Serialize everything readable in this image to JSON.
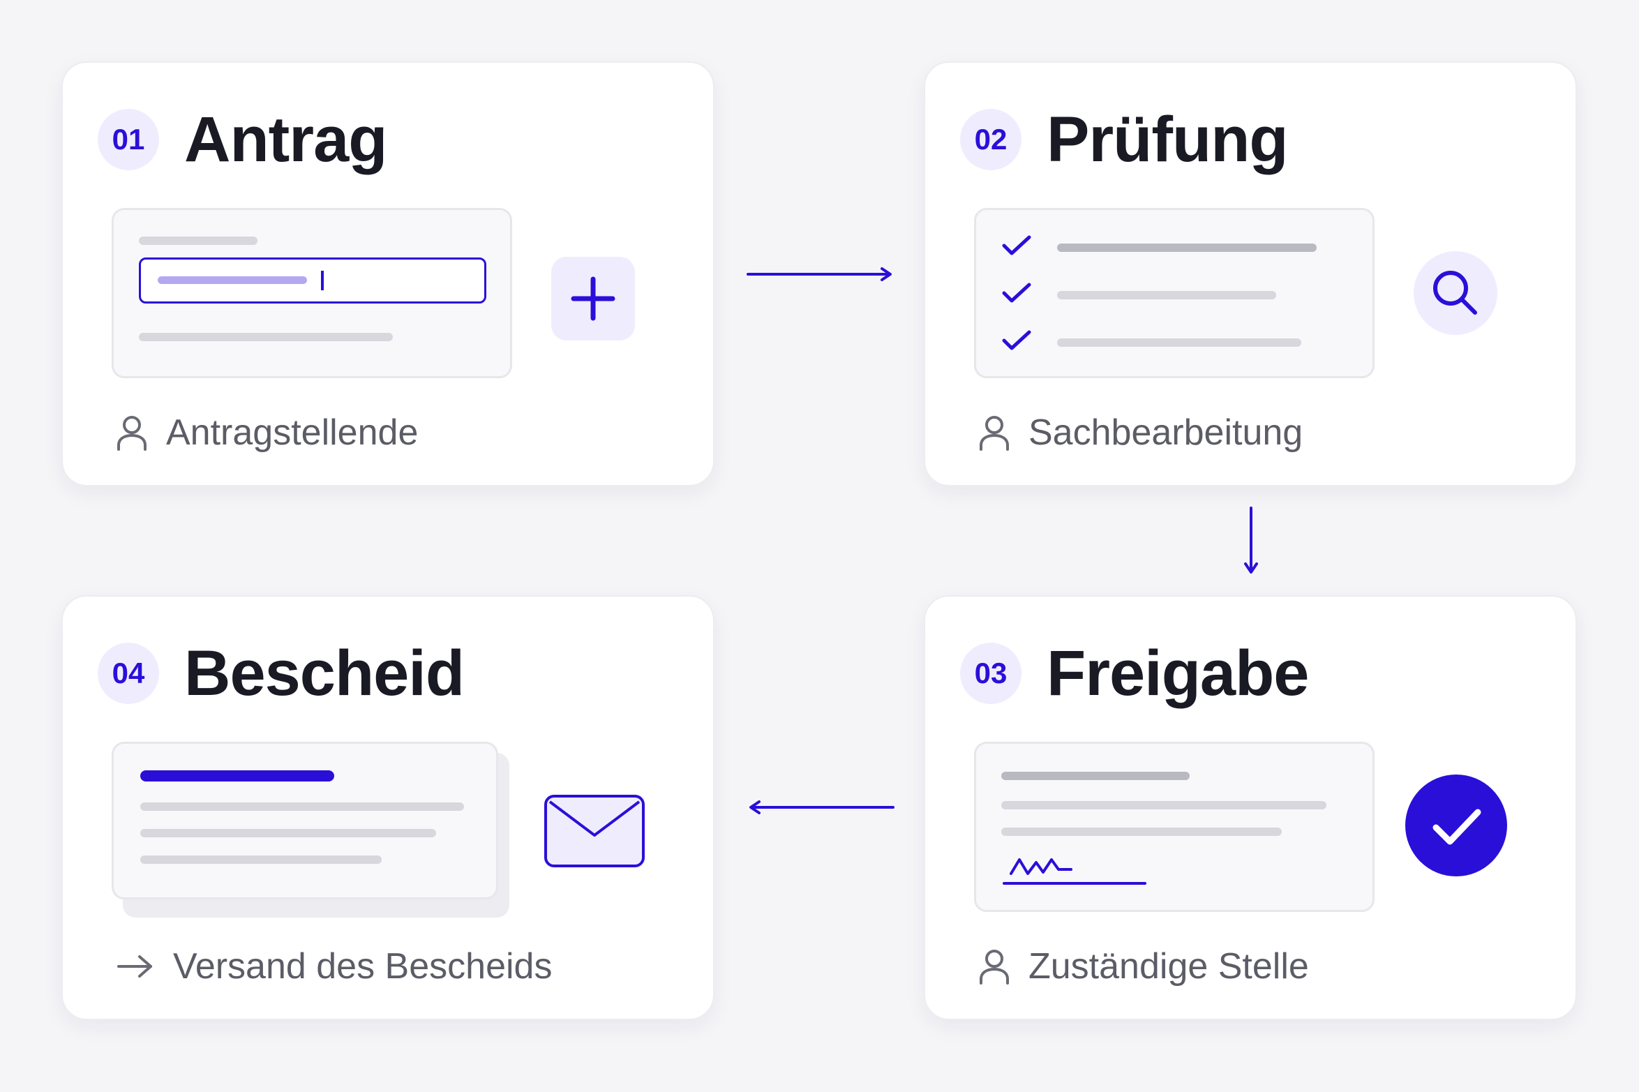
{
  "steps": [
    {
      "number": "01",
      "title": "Antrag",
      "footer": "Antragstellende"
    },
    {
      "number": "02",
      "title": "Prüfung",
      "footer": "Sachbearbeitung"
    },
    {
      "number": "03",
      "title": "Freigabe",
      "footer": "Zuständige Stelle"
    },
    {
      "number": "04",
      "title": "Bescheid",
      "footer": "Versand des Bescheids"
    }
  ],
  "colors": {
    "accent": "#2a0fd9",
    "badge_bg": "#efedfd",
    "text": "#1a1a24",
    "muted": "#5c5c66",
    "background": "#f5f5f8"
  },
  "icons": {
    "step1": "plus-icon",
    "step2": "magnifier-icon",
    "step3": "check-circle-icon",
    "step4": "envelope-icon",
    "footer_person": "person-icon",
    "footer_arrow": "arrow-right-icon"
  }
}
